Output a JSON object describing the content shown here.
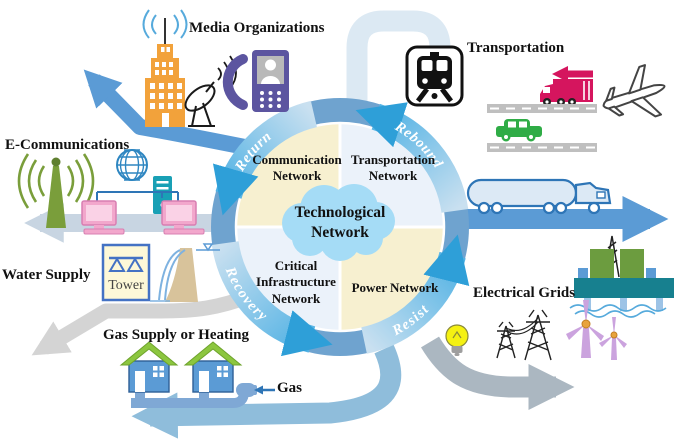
{
  "figure": {
    "type": "infrastructure-interdependency-diagram",
    "center": {
      "cloud_label": "Technological Network",
      "quadrants": [
        {
          "label": "Communication Network",
          "position": "top-left",
          "fill": "#F7F0D0"
        },
        {
          "label": "Transportation Network",
          "position": "top-right",
          "fill": "#EBF2FA"
        },
        {
          "label": "Critical Infrastructure Network",
          "position": "bottom-left",
          "fill": "#EBF2FA"
        },
        {
          "label": "Power Network",
          "position": "bottom-right",
          "fill": "#F7F0D0"
        }
      ],
      "arcs": [
        {
          "label": "Return",
          "position": "top-left",
          "direction": "counterclockwise"
        },
        {
          "label": "Rebound",
          "position": "top-right",
          "direction": "counterclockwise"
        },
        {
          "label": "Recovery",
          "position": "bottom-left",
          "direction": "counterclockwise"
        },
        {
          "label": "Resist",
          "position": "bottom-right",
          "direction": "counterclockwise"
        }
      ]
    },
    "sections": {
      "media": {
        "label": "Media Organizations",
        "icons": [
          "broadcast-building-icon",
          "satellite-dish-icon",
          "phone-icon"
        ]
      },
      "transportation": {
        "label": "Transportation",
        "icons": [
          "train-icon",
          "truck-icon",
          "red-arrow-icon",
          "car-icon",
          "road-icon",
          "airplane-icon",
          "tanker-truck-icon"
        ]
      },
      "e_communications": {
        "label": "E-Communications",
        "icons": [
          "antenna-icon",
          "globe-icon",
          "server-icon",
          "computer-icon"
        ]
      },
      "water_supply": {
        "label": "Water Supply",
        "tower_label": "Tower",
        "icons": [
          "water-tower-icon",
          "dam-icon"
        ]
      },
      "gas_supply": {
        "label": "Gas Supply or Heating",
        "gas_label": "Gas",
        "icons": [
          "house-icon",
          "gas-pipe-icon"
        ]
      },
      "electrical_grids": {
        "label": "Electrical Grids",
        "icons": [
          "oil-platform-icon",
          "lightbulb-icon",
          "pylon-icon",
          "wind-turbine-icon"
        ]
      }
    },
    "colors": {
      "ring_blue": "#6FA3CF",
      "arc_gradient_start": "#C9E0F0",
      "arc_gradient_end": "#52B2E4",
      "arc_arrowhead": "#2E9FD8",
      "quadrant_cream": "#F7F0D0",
      "quadrant_light_blue": "#EBF2FA",
      "cloud_blue": "#A5DCF6",
      "arrow_blue": "#5B9BD5",
      "arrow_light_blue": "#8FBDDB",
      "arrow_gray_blue": "#C8D5E2",
      "arrow_gray": "#ABB7C1",
      "arrow_water_gray": "#D4D4D4",
      "connector_pale_blue": "#DCE9F3"
    }
  }
}
